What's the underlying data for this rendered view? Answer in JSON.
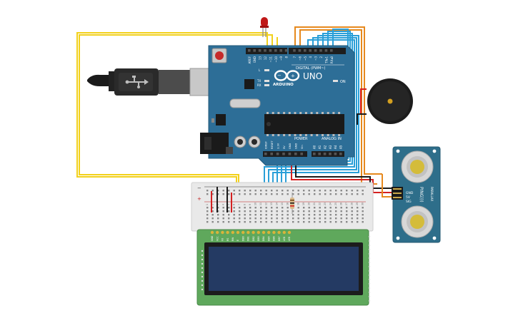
{
  "arduino": {
    "brand_name": "UNO",
    "logo_text": "ARDUINO",
    "digital_header": "DIGITAL (PWM~)",
    "power_header": "POWER",
    "analog_header": "ANALOG IN",
    "on_label": "ON",
    "led_l": "L",
    "led_tx": "TX",
    "led_rx": "RX",
    "top_pin_labels": [
      "AREF",
      "GND",
      "13",
      "12",
      "~11",
      "~10",
      "~9",
      "8",
      "7",
      "~6",
      "~5",
      "4",
      "~3",
      "2",
      "TX▸1",
      "RX◂0"
    ],
    "power_pin_labels": [
      "IOREF",
      "RESET",
      "3.3V",
      "5V",
      "GND",
      "GND",
      "Vin"
    ],
    "analog_pin_labels": [
      "A0",
      "A1",
      "A2",
      "A3",
      "A4",
      "A5"
    ]
  },
  "ultrasonic_sensor": {
    "model": "PING)))",
    "brand": "PARALLAX",
    "pins": [
      "GND",
      "5V",
      "SIG"
    ]
  },
  "breadboard": {
    "rail_minus": "−",
    "rail_plus": "+",
    "column_numbers": [
      "1",
      "2",
      "3",
      "4",
      "5",
      "6",
      "7",
      "8",
      "9",
      "10",
      "11",
      "12",
      "13",
      "14",
      "15",
      "16",
      "17",
      "18",
      "19",
      "20",
      "21",
      "22",
      "23",
      "24",
      "25",
      "26",
      "27",
      "28",
      "29",
      "30"
    ]
  },
  "lcd": {
    "pin_labels": [
      "GND",
      "VCC",
      "V0",
      "RS",
      "RW",
      "E",
      "DB0",
      "DB1",
      "DB2",
      "DB3",
      "DB4",
      "DB5",
      "DB6",
      "DB7",
      "LED",
      "LED"
    ]
  },
  "colors": {
    "board": "#2d6e97",
    "wire_yellow": "#f2d11c",
    "wire_orange": "#e6891e",
    "wire_blue": "#2a9fd8",
    "wire_red": "#d42020",
    "wire_black": "#1a1a1a",
    "lcd_pcb": "#5fa85c",
    "lcd_screen": "#243a63",
    "sensor_pcb": "#2e6e8a"
  }
}
